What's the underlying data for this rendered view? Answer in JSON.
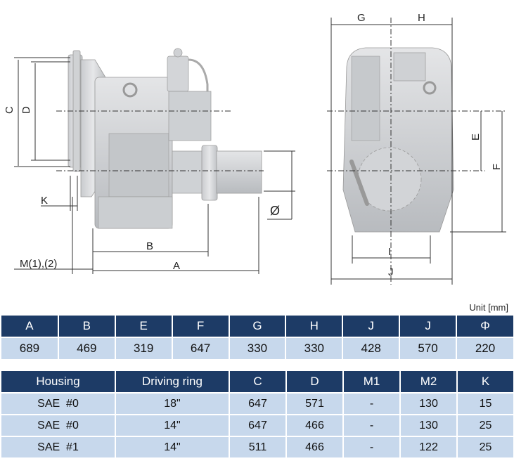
{
  "dimension_labels": {
    "A": "A",
    "B": "B",
    "C": "C",
    "D": "D",
    "E": "E",
    "F": "F",
    "G": "G",
    "H": "H",
    "I": "I",
    "J": "J",
    "K": "K",
    "M": "M(1),(2)",
    "phi": "Ø"
  },
  "unit_label": "Unit [mm]",
  "table1": {
    "headers": [
      "A",
      "B",
      "E",
      "F",
      "G",
      "H",
      "J",
      "J",
      "Φ"
    ],
    "values": [
      "689",
      "469",
      "319",
      "647",
      "330",
      "330",
      "428",
      "570",
      "220"
    ]
  },
  "table2": {
    "headers": [
      "Housing",
      "Driving ring",
      "C",
      "D",
      "M1",
      "M2",
      "K"
    ],
    "rows": [
      [
        "SAE  #0",
        "18\"",
        "647",
        "571",
        "-",
        "130",
        "15"
      ],
      [
        "SAE  #0",
        "14\"",
        "647",
        "466",
        "-",
        "130",
        "25"
      ],
      [
        "SAE  #1",
        "14\"",
        "511",
        "466",
        "-",
        "122",
        "25"
      ]
    ]
  },
  "colors": {
    "header_bg": "#1d3b66",
    "cell_bg": "#c7d8ec",
    "machine_body": "#d6d8db"
  }
}
